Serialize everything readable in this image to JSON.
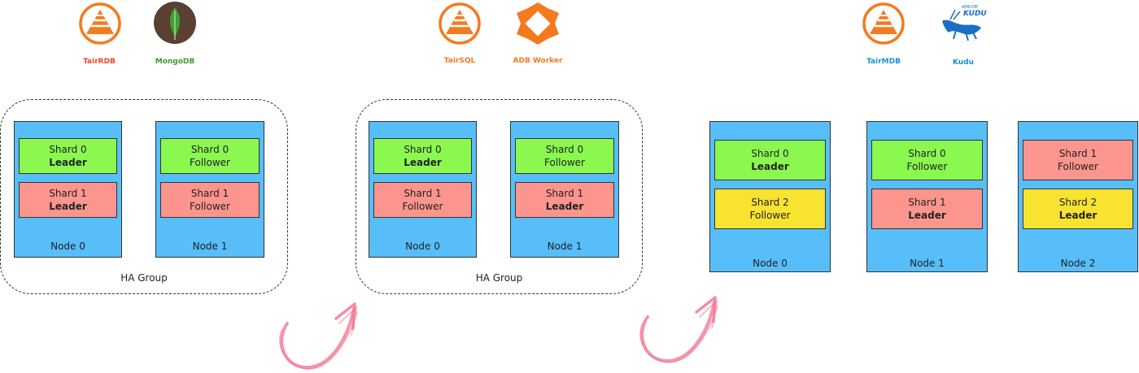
{
  "logos": [
    {
      "label": "TairRDB",
      "icon": "tair-icon",
      "color": "#e8472a"
    },
    {
      "label": "MongoDB",
      "icon": "mongodb-icon",
      "color": "#3f9a2b"
    },
    {
      "label": "TairSQL",
      "icon": "tair-icon",
      "color": "#f47a20"
    },
    {
      "label": "ADB Worker",
      "icon": "adb-icon",
      "color": "#f47a20"
    },
    {
      "label": "TairMDB",
      "icon": "tair-icon",
      "color": "#1a8fd4"
    },
    {
      "label": "Kudu",
      "icon": "kudu-icon",
      "color": "#1a8fd4",
      "logo_text": [
        "APACHE",
        "KUDU"
      ]
    }
  ],
  "colors": {
    "leader_shard0": "#8bf84f",
    "shard1": "#fc958d",
    "shard2": "#f8e330",
    "node": "#57bef9"
  },
  "diagrams": [
    {
      "ha_label": "HA Group",
      "nodes": [
        {
          "label": "Node 0",
          "shards": [
            {
              "name": "Shard 0",
              "role": "Leader"
            },
            {
              "name": "Shard 1",
              "role": "Leader"
            }
          ]
        },
        {
          "label": "Node 1",
          "shards": [
            {
              "name": "Shard 0",
              "role": "Follower"
            },
            {
              "name": "Shard 1",
              "role": "Follower"
            }
          ]
        }
      ]
    },
    {
      "ha_label": "HA Group",
      "nodes": [
        {
          "label": "Node 0",
          "shards": [
            {
              "name": "Shard 0",
              "role": "Leader"
            },
            {
              "name": "Shard 1",
              "role": "Follower"
            }
          ]
        },
        {
          "label": "Node 1",
          "shards": [
            {
              "name": "Shard 0",
              "role": "Follower"
            },
            {
              "name": "Shard 1",
              "role": "Leader"
            }
          ]
        }
      ]
    },
    {
      "nodes": [
        {
          "label": "Node 0",
          "shards": [
            {
              "name": "Shard 0",
              "role": "Leader"
            },
            {
              "name": "Shard 2",
              "role": "Follower"
            }
          ]
        },
        {
          "label": "Node 1",
          "shards": [
            {
              "name": "Shard 0",
              "role": "Follower"
            },
            {
              "name": "Shard 1",
              "role": "Leader"
            }
          ]
        },
        {
          "label": "Node 2",
          "shards": [
            {
              "name": "Shard 1",
              "role": "Follower"
            },
            {
              "name": "Shard 2",
              "role": "Leader"
            }
          ]
        }
      ]
    }
  ]
}
